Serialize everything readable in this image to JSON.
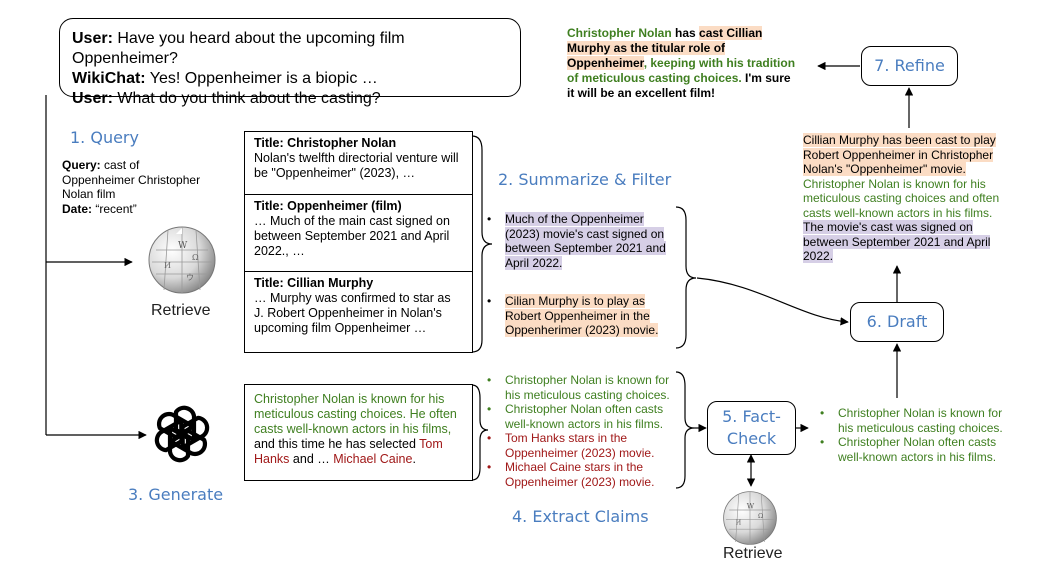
{
  "dialogue": [
    {
      "speaker": "User:",
      "text": " Have you heard about the upcoming film Oppenheimer?"
    },
    {
      "speaker": "WikiChat:",
      "text": " Yes! Oppenheimer is a biopic …"
    },
    {
      "speaker": "User:",
      "text": " What do you think about the casting?"
    }
  ],
  "steps": {
    "query": "1. Query",
    "summarize": "2. Summarize & Filter",
    "generate": "3. Generate",
    "extract": "4. Extract Claims",
    "factcheck": "5. Fact-Check",
    "draft": "6. Draft",
    "refine": "7. Refine"
  },
  "query_block": {
    "query_label": "Query:",
    "query_text": " cast of Oppenheimer Christopher Nolan film",
    "date_label": "Date:",
    "date_text": " “recent”"
  },
  "retrieve_labels": {
    "top": "Retrieve",
    "bottom": "Retrieve"
  },
  "icons": {
    "wiki_top": "wikipedia-globe-icon",
    "openai": "openai-logo-icon",
    "wiki_bottom": "wikipedia-globe-icon"
  },
  "retrieved_docs": [
    {
      "title": "Title: Christopher Nolan",
      "body": "Nolan's twelfth directorial venture will be \"Oppenheimer\" (2023), …"
    },
    {
      "title": "Title: Oppenheimer (film)",
      "body": "… Much of the main cast signed on between September 2021 and April 2022., …"
    },
    {
      "title": "Title: Cillian Murphy",
      "body": "… Murphy was confirmed to star as J. Robert Oppenheimer in Nolan's upcoming film Oppenheimer …"
    }
  ],
  "summaries": [
    "Much of the Oppenheimer (2023) movie's cast signed on between September 2021 and April 2022.",
    "Cilian Murphy is to play as Robert Oppenheimer in the Oppenherimer (2023) movie."
  ],
  "generated": {
    "green": "Christopher Nolan is known for his meticulous casting choices. He often casts well-known actors in his films,",
    "plain1": " and this time he has selected ",
    "red1": "Tom Hanks",
    "plain2": " and … ",
    "red2": "Michael Caine",
    "plain3": "."
  },
  "claims": [
    {
      "text": "Christopher Nolan is known for his meticulous casting choices.",
      "status": "green"
    },
    {
      "text": "Christopher Nolan often casts well-known actors in his films.",
      "status": "green"
    },
    {
      "text": "Tom Hanks stars in the Oppenheimer (2023) movie.",
      "status": "red"
    },
    {
      "text": "Michael Caine stars in the Oppenheimer (2023) movie.",
      "status": "red"
    }
  ],
  "verified": [
    "Christopher Nolan is known for his meticulous casting choices.",
    "Christopher Nolan often casts well-known actors in his films."
  ],
  "draft": {
    "orange": "Cillian Murphy has been cast to play Robert Oppenheimer in Christopher Nolan's \"Oppenheimer\" movie.",
    "green": "Christopher Nolan is known for his meticulous casting choices and often casts well-known actors in his films.",
    "purple": "The movie's cast was signed on between September 2021 and April 2022."
  },
  "refined": {
    "g1": "Christopher Nolan",
    "b1": " has ",
    "o1": "cast Cillian Murphy as the titular role of Oppenheimer",
    "g2": ", keeping with his tradition of meticulous casting choices.",
    "b2": " I'm sure it will be an excellent film!"
  },
  "colors": {
    "step_blue": "#4a7dbf",
    "claim_green": "#3f7f20",
    "claim_red": "#a01818",
    "highlight_orange": "#fbdcc4",
    "highlight_purple": "#d6cfe6"
  }
}
